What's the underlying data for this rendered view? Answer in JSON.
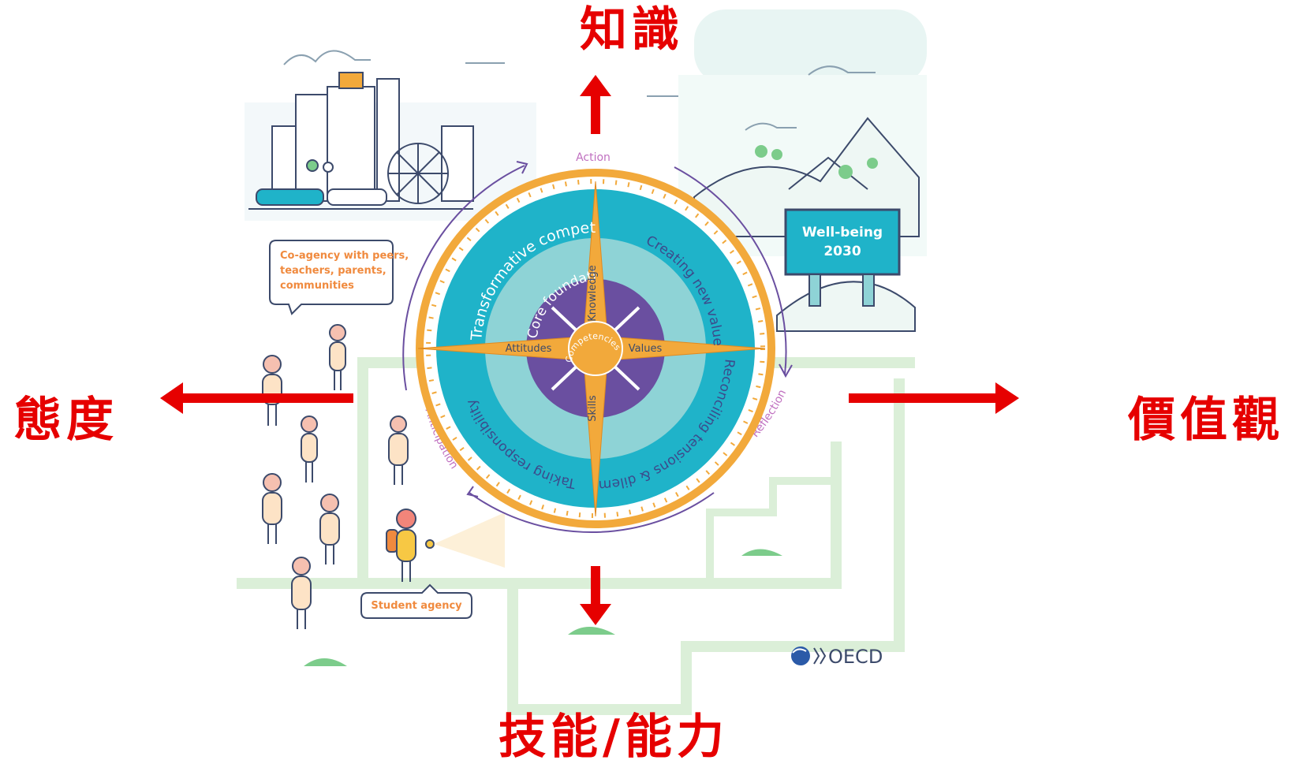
{
  "annotations": {
    "top": "知識",
    "left": "態度",
    "right": "價值觀",
    "bottom": "技能/能力"
  },
  "compass": {
    "center": "Competencies",
    "knowledge": "Knowledge",
    "skills": "Skills",
    "attitudes": "Attitudes",
    "values": "Values",
    "inner_ring": "Core foundations",
    "outer_ring_tl": "Transformative competencies",
    "outer_ring_tr": "Creating new value",
    "outer_ring_br": "Reconciling tensions & dilemmas",
    "outer_ring_bl": "Taking responsibility"
  },
  "cycle": {
    "action": "Action",
    "reflection": "Reflection",
    "anticipation": "Anticipation"
  },
  "signs": {
    "wellbeing_line1": "Well-being",
    "wellbeing_line2": "2030",
    "coagency_line1": "Co-agency with peers,",
    "coagency_line2": "teachers, parents,",
    "coagency_line3": "communities",
    "student_agency": "Student agency"
  },
  "logo": {
    "text": "OECD"
  },
  "colors": {
    "red": "#e60000",
    "orange": "#f2a93b",
    "teal": "#1fb3c9",
    "light_teal": "#8ed3d6",
    "purple": "#6a4fa0",
    "path_green": "#dbefd8"
  }
}
